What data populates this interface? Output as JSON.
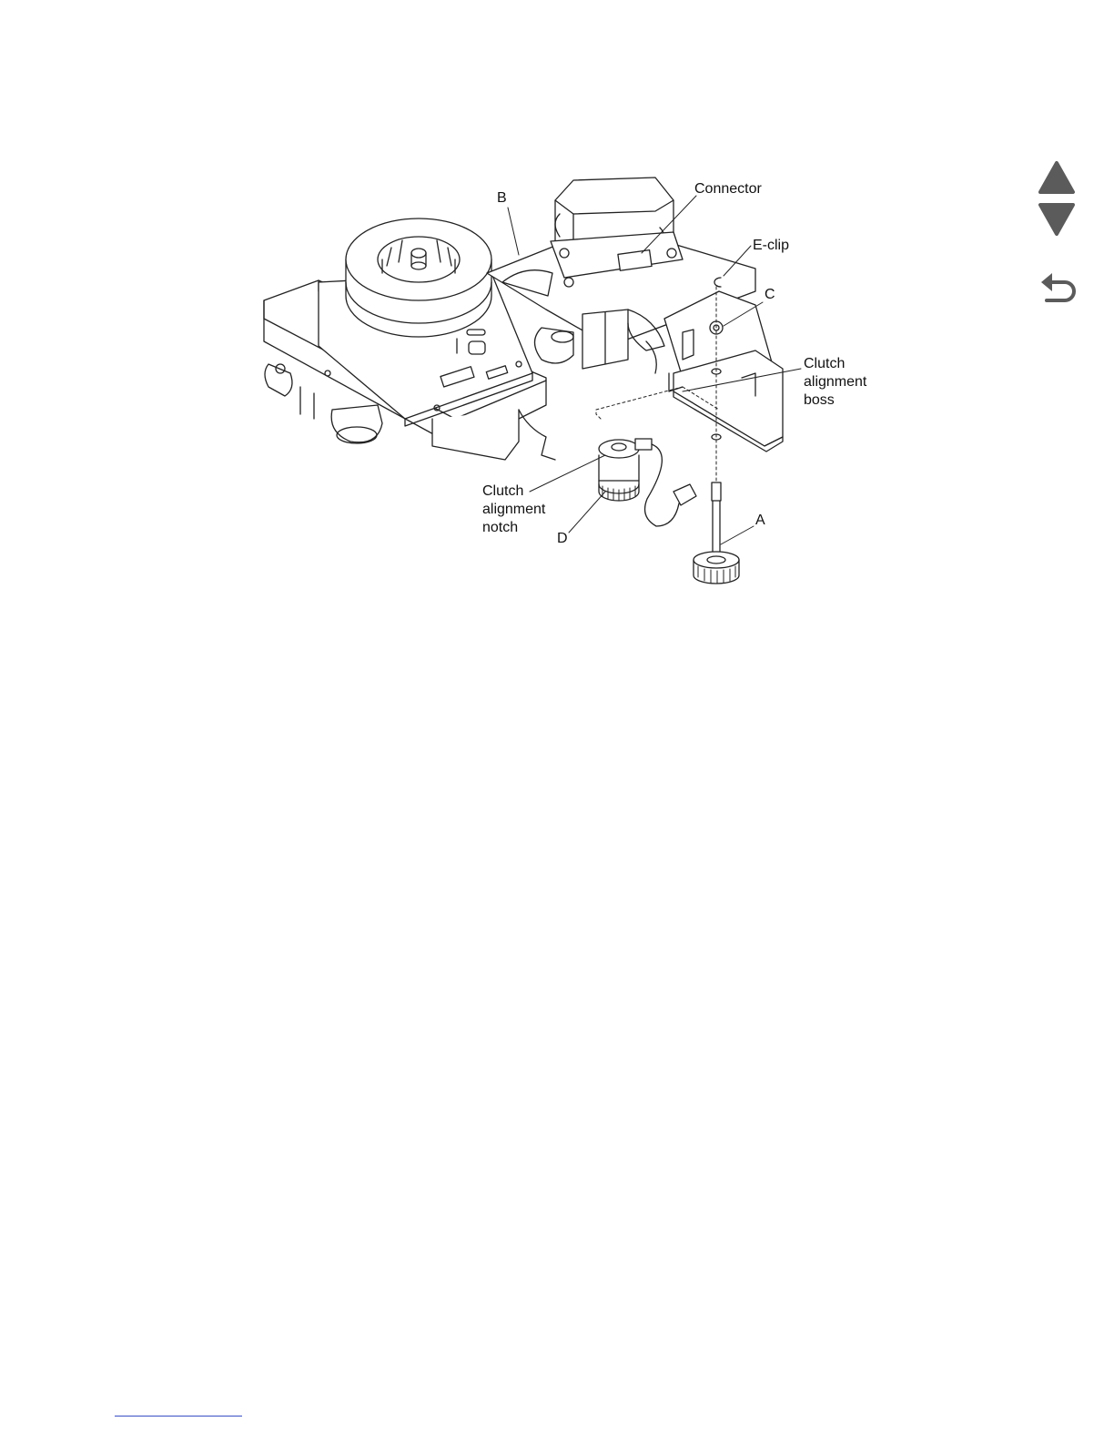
{
  "figure": {
    "labels": {
      "b": "B",
      "connector": "Connector",
      "eclip": "E-clip",
      "c": "C",
      "clutch_boss": "Clutch\nalignment\nboss",
      "clutch_notch": "Clutch\nalignment\nnotch",
      "d": "D",
      "a": "A"
    }
  },
  "nav": {
    "up_icon": "triangle-up-icon",
    "down_icon": "triangle-down-icon",
    "back_icon": "return-arrow-icon",
    "icon_color": "#5b5b5b"
  },
  "footer": {
    "rule_color": "#3b4fc4"
  }
}
